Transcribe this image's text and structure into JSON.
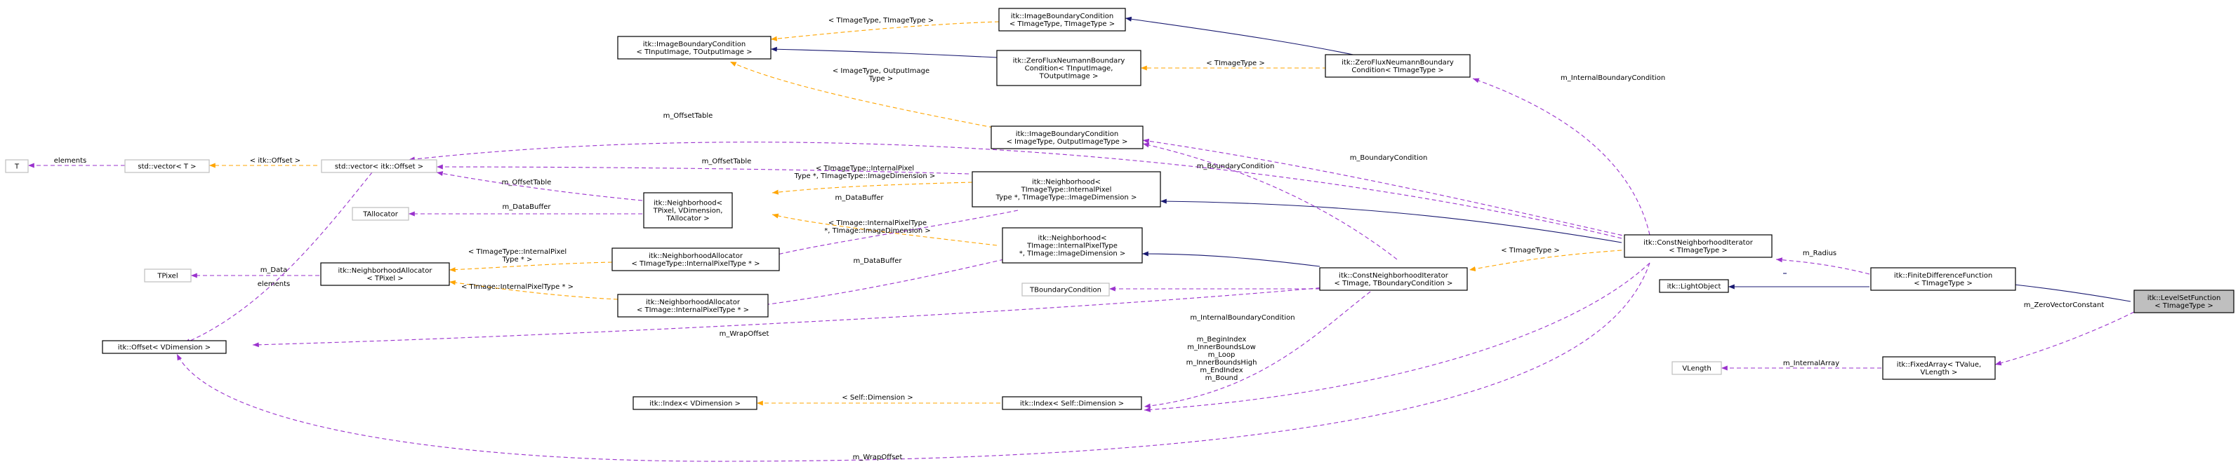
{
  "colors": {
    "inheritance": "#191970",
    "template_instance": "#ffa500",
    "usage": "#9a32cd",
    "focus_fill": "#bfbfbf",
    "undocumented_border": "#bfbfbf"
  },
  "nodes": {
    "T": {
      "lines": [
        "T"
      ]
    },
    "stdvec_T": {
      "lines": [
        "std::vector< T >"
      ]
    },
    "stdvec_offset": {
      "lines": [
        "std::vector< itk::Offset >"
      ]
    },
    "TAllocator": {
      "lines": [
        "TAllocator"
      ]
    },
    "TPixel": {
      "lines": [
        "TPixel"
      ]
    },
    "offset_vdim": {
      "lines": [
        "itk::Offset< VDimension >"
      ]
    },
    "nalloc_tpixel": {
      "lines": [
        "itk::NeighborhoodAllocator",
        "< TPixel >"
      ]
    },
    "ibc": {
      "lines": [
        "itk::ImageBoundaryCondition",
        "< TInputImage, TOutputImage >"
      ]
    },
    "neigh_tpixel": {
      "lines": [
        "itk::Neighborhood<",
        "TPixel, VDimension,",
        "TAllocator >"
      ]
    },
    "nalloc_itt": {
      "lines": [
        "itk::NeighborhoodAllocator",
        "< TImageType::InternalPixelType * >"
      ]
    },
    "nalloc_ti": {
      "lines": [
        "itk::NeighborhoodAllocator",
        "< TImage::InternalPixelType * >"
      ]
    },
    "index_vdim": {
      "lines": [
        "itk::Index< VDimension >"
      ]
    },
    "ibc_tt": {
      "lines": [
        "itk::ImageBoundaryCondition",
        "< TImageType, TImageType >"
      ]
    },
    "zfnbc_tin": {
      "lines": [
        "itk::ZeroFluxNeumannBoundary",
        "Condition< TInputImage,",
        "TOutputImage >"
      ]
    },
    "ibc_io": {
      "lines": [
        "itk::ImageBoundaryCondition",
        "< ImageType, OutputImageType >"
      ]
    },
    "neigh_itt": {
      "lines": [
        "itk::Neighborhood<",
        "TImageType::InternalPixel",
        "Type *, TImageType::ImageDimension >"
      ]
    },
    "neigh_ti": {
      "lines": [
        "itk::Neighborhood<",
        "TImage::InternalPixelType",
        " *, TImage::ImageDimension >"
      ]
    },
    "tbc": {
      "lines": [
        "TBoundaryCondition"
      ]
    },
    "index_self": {
      "lines": [
        "itk::Index< Self::Dimension >"
      ]
    },
    "zfnbc_tt": {
      "lines": [
        "itk::ZeroFluxNeumannBoundary",
        "Condition< TImageType >"
      ]
    },
    "cni_tbc": {
      "lines": [
        "itk::ConstNeighborhoodIterator",
        "< TImage, TBoundaryCondition >"
      ]
    },
    "cni_tt": {
      "lines": [
        "itk::ConstNeighborhoodIterator",
        "< TImageType >"
      ]
    },
    "lightobject": {
      "lines": [
        "itk::LightObject"
      ]
    },
    "vlength": {
      "lines": [
        "VLength"
      ]
    },
    "fdf": {
      "lines": [
        "itk::FiniteDifferenceFunction",
        "< TImageType >"
      ]
    },
    "fixedarray": {
      "lines": [
        "itk::FixedArray< TValue,",
        "VLength >"
      ]
    },
    "lsf": {
      "lines": [
        "itk::LevelSetFunction",
        "< TImageType >"
      ]
    }
  },
  "edge_labels": {
    "elements1": [
      "elements"
    ],
    "itk_offset": [
      "< itk::Offset >"
    ],
    "m_offsettable_top": [
      "m_OffsetTable"
    ],
    "m_offsettable_mid": [
      "m_OffsetTable"
    ],
    "m_offsettable_low": [
      "m_OffsetTable"
    ],
    "m_databuffer_ta": [
      "m_DataBuffer"
    ],
    "m_data": [
      "m_Data"
    ],
    "elements2": [
      "elements"
    ],
    "tit_ipt": [
      "< TImageType::InternalPixel",
      "Type * >"
    ],
    "ti_ipt": [
      "< TImage::InternalPixelType * >"
    ],
    "tit_tit_ibc": [
      "< TImageType, TImageType >"
    ],
    "tit_zf": [
      "< TImageType >"
    ],
    "it_oit": [
      "< ImageType, OutputImage",
      "Type >"
    ],
    "tit_ipt_dim": [
      "< TImageType::InternalPixel",
      "Type *, TImageType::ImageDimension >"
    ],
    "m_databuffer_itt": [
      "m_DataBuffer"
    ],
    "ti_ipt_dim": [
      "< TImage::InternalPixelType",
      " *, TImage::ImageDimension >"
    ],
    "m_databuffer_ti": [
      "m_DataBuffer"
    ],
    "m_wrapoffset1": [
      "m_WrapOffset"
    ],
    "m_internalbc1": [
      "m_InternalBoundaryCondition"
    ],
    "m_internalbc2": [
      "m_InternalBoundaryCondition"
    ],
    "m_boundarycondition1": [
      "m_BoundaryCondition"
    ],
    "m_boundarycondition2": [
      "m_BoundaryCondition"
    ],
    "self_dim": [
      "< Self::Dimension >"
    ],
    "index_list": [
      "m_BeginIndex",
      "m_InnerBoundsLow",
      "m_Loop",
      "m_InnerBoundsHigh",
      "m_EndIndex",
      "m_Bound"
    ],
    "tit_cni": [
      "< TImageType >"
    ],
    "m_radius": [
      "m_Radius"
    ],
    "m_internalarray": [
      "m_InternalArray"
    ],
    "m_zerovectorconstant": [
      "m_ZeroVectorConstant"
    ],
    "m_wrapoffset2": [
      "m_WrapOffset"
    ]
  }
}
